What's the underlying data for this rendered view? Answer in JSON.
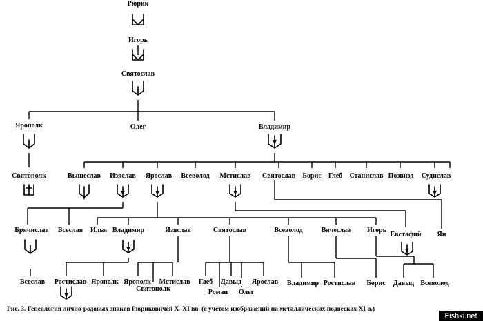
{
  "names": {
    "ryurik": "Рюрик",
    "igor1": "Игорь",
    "svyatoslav1": "Святослав",
    "yaropolk1": "Ярополк",
    "oleg1": "Олег",
    "vladimir1": "Владимир",
    "svyatopolk1": "Святополк",
    "vysheslav": "Вышеслав",
    "izyaslav1": "Изяслав",
    "yaroslav1": "Ярослав",
    "vsevolod1": "Всеволод",
    "mstislav1": "Мстислав",
    "svyatoslav2": "Святослав",
    "boris1": "Борис",
    "gleb1": "Глеб",
    "stanislav": "Станислав",
    "pozvizd": "Позвизд",
    "sudislav": "Судислав",
    "bryachislav": "Брячислав",
    "vseslav1": "Всеслав",
    "ilya": "Илья",
    "vladimir2": "Владимир",
    "izyaslav2": "Изяслав",
    "svyatoslav3": "Святослав",
    "vsevolod2": "Всеволод",
    "vyacheslav": "Вячеслав",
    "igor2": "Игорь",
    "evstafiy": "Евстафий",
    "yan": "Ян",
    "vseslav2": "Всеслав",
    "rostislav1": "Ростислав",
    "yaropolk2": "Ярополк",
    "yaropolk3": "Ярополк",
    "svyatopolk2": "Святополк",
    "mstislav2": "Мстислав",
    "gleb2": "Глеб",
    "roman": "Роман",
    "david1": "Давыд",
    "oleg2": "Олег",
    "yaroslav2": "Ярослав",
    "vladimir3": "Владимир",
    "rostislav2": "Ростислав",
    "boris2": "Борис",
    "david2": "Давыд",
    "vsevolod3": "Всеволод"
  },
  "caption": "Рис. 3. Генеалогия лично-родовых знаков Рюриковичей X–XI вв. (с учетом изображений на металлических подвесках XI в.)",
  "watermark": "Fishki.net"
}
